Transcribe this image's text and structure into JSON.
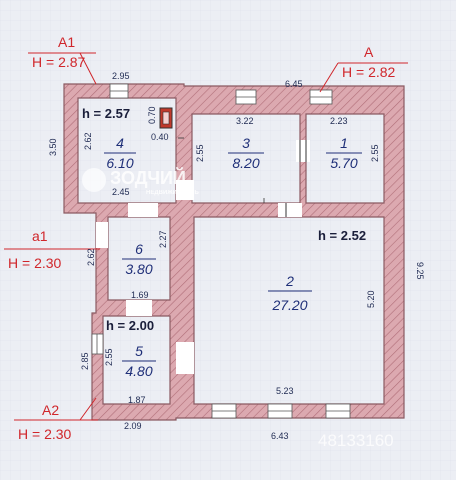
{
  "sections": [
    {
      "label": "А1",
      "height": "H = 2.87"
    },
    {
      "label": "А",
      "height": "H = 2.82"
    },
    {
      "label": "а1",
      "height": "H = 2.30"
    },
    {
      "label": "А2",
      "height": "H = 2.30"
    }
  ],
  "rooms": [
    {
      "number": "1",
      "area": "5.70"
    },
    {
      "number": "2",
      "area": "27.20"
    },
    {
      "number": "3",
      "area": "8.20"
    },
    {
      "number": "4",
      "area": "6.10"
    },
    {
      "number": "5",
      "area": "4.80"
    },
    {
      "number": "6",
      "area": "3.80"
    }
  ],
  "ceiling_heights": [
    "h = 2.57",
    "h = 2.52",
    "h = 2.00"
  ],
  "dimensions": {
    "top_a1": "2.95",
    "top_a": "6.45",
    "left_a1": "3.50",
    "r4_side": "2.62",
    "r4_bottom": "2.45",
    "chimney_h": "0.70",
    "chimney_w": "0.40",
    "r3_top": "3.22",
    "r3_side": "2.55",
    "r1_top": "2.23",
    "r1_side": "2.55",
    "right": "9.25",
    "r2_side": "5.20",
    "r2_bottom": "5.23",
    "bottom_a": "6.43",
    "r6_left": "2.62",
    "r6_right": "2.27",
    "r6_bottom": "1.69",
    "a2_outer": "2.85",
    "r5_side": "2.55",
    "r5_bottom": "1.87",
    "a2_bottom": "2.09"
  },
  "watermark": {
    "brand": "ЗОДЧИЙ",
    "tagline": "НЕДВИЖИМОСТЬ",
    "listing_id": "48133160"
  },
  "colors": {
    "wall": "#d9a3aa",
    "wall_stroke": "#8a5a62",
    "label_red": "#d0262b",
    "room_blue": "#1f2f78"
  }
}
